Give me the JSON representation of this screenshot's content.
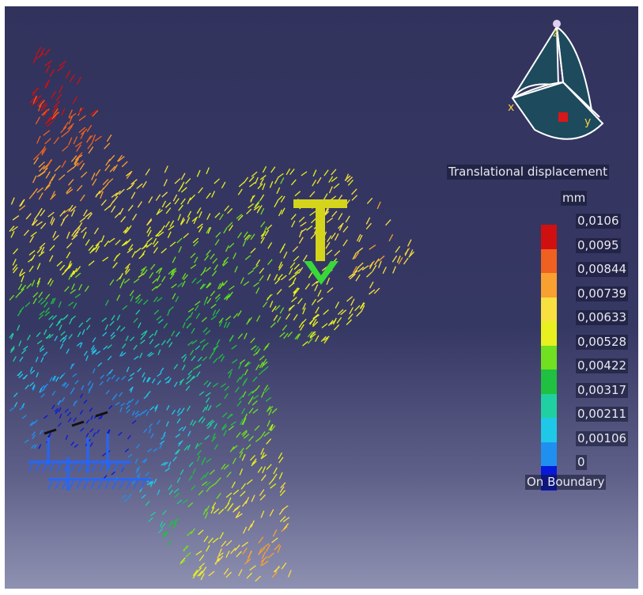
{
  "legend": {
    "title": "Translational displacement",
    "unit": "mm",
    "ticks": [
      "0,0106",
      "0,0095",
      "0,00844",
      "0,00739",
      "0,00633",
      "0,00528",
      "0,00422",
      "0,00317",
      "0,00211",
      "0,00106",
      "0"
    ],
    "footer": "On Boundary",
    "colors": [
      "#d01010",
      "#f06020",
      "#f8a030",
      "#f8e040",
      "#e8f020",
      "#70e020",
      "#20c040",
      "#20d0a0",
      "#20c8e8",
      "#2090f0",
      "#0818d8"
    ]
  },
  "compass": {
    "axis_x": "x",
    "axis_y": "y",
    "axis_z": "z"
  },
  "colors": {
    "load_arrow": "#d4d41c",
    "restraint": "#2266ff",
    "background_top": "#32335d",
    "background_bottom": "#8f91b2"
  }
}
